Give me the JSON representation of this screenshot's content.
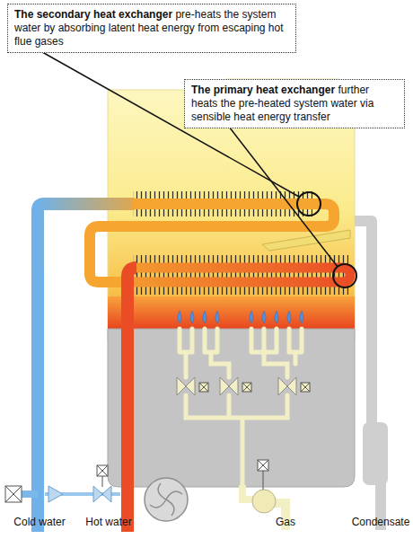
{
  "diagram": {
    "nodes": [
      {
        "text": [
          "The secondary heat exchanger",
          "pre-heats the system water by absorbing latent heat energy from escaping hot flue gases"
        ]
      },
      {
        "text": [
          "The primary heat exchanger",
          "further heats the pre-heated system water via sensible heat energy transfer"
        ]
      }
    ],
    "labels": [
      "Cold water",
      "Hot water",
      "Gas",
      "Condensate"
    ]
  }
}
